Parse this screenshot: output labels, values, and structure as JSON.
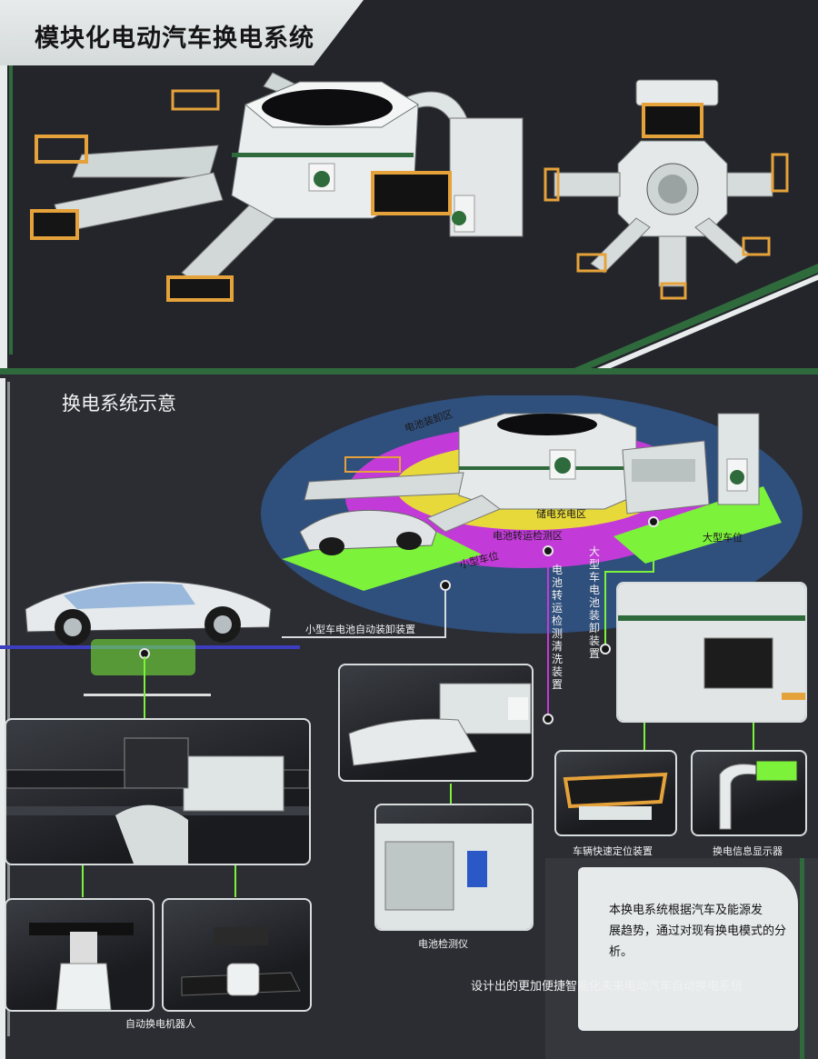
{
  "title": "模块化电动汽车换电系统",
  "section_title": "换电系统示意",
  "zones": {
    "battery_loading": "电池装卸区",
    "charge_storage": "储电充电区",
    "transfer_inspection": "电池转运检测区",
    "small_bay": "小型车位",
    "large_bay": "大型车位"
  },
  "vertical_labels": {
    "transfer_cleaning": "电池转运检测清洗装置",
    "large_unloader": "大型车电池装卸装置"
  },
  "captions": {
    "small_unloader": "小型车电池自动装卸装置",
    "robot": "自动换电机器人",
    "battery_tester": "电池检测仪",
    "positioning": "车辆快速定位装置",
    "info_display": "换电信息显示器"
  },
  "description": {
    "line1": "本换电系统根据汽车及能源发",
    "line2": "展趋势，通过对现有换电模式的分",
    "line3": "析。",
    "line4": "设计出的更加便捷智能化未来电动汽车自动换电系统"
  },
  "colors": {
    "background": "#2b2d33",
    "accent_green": "#2f6a3c",
    "zone_lime": "#7cf23a",
    "zone_magenta": "#c23bd8",
    "zone_yellow": "#e8d93a",
    "platform_blue": "#2f4f7c",
    "device_orange": "#e6a23a"
  }
}
